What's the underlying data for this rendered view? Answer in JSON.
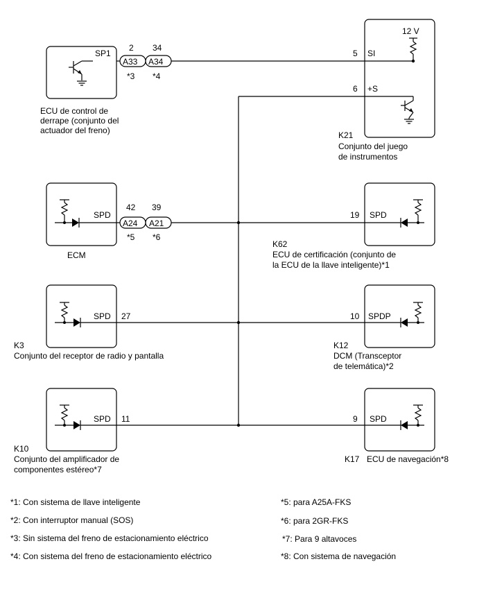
{
  "sp1": {
    "pin_label": "SP1",
    "name_l1": "ECU de control de",
    "name_l2": "derrape (conjunto del",
    "name_l3": "actuador del freno)"
  },
  "conn_a33": {
    "pin": "2",
    "id": "A33",
    "note": "*3"
  },
  "conn_a34": {
    "pin": "34",
    "id": "A34",
    "note": "*4"
  },
  "k21": {
    "code": "K21",
    "name_l1": "Conjunto del juego",
    "name_l2": "de instrumentos",
    "voltage": "12 V",
    "pin_si": "5",
    "label_si": "SI",
    "pin_s": "6",
    "label_s": "+S"
  },
  "ecm": {
    "pin_label": "SPD",
    "name": "ECM"
  },
  "conn_a24": {
    "pin": "42",
    "id": "A24",
    "note": "*5"
  },
  "conn_a21": {
    "pin": "39",
    "id": "A21",
    "note": "*6"
  },
  "k62": {
    "code": "K62",
    "pin": "19",
    "pin_label": "SPD",
    "name_l1": "ECU de certificación (conjunto de",
    "name_l2": "la ECU de la llave inteligente)*1"
  },
  "k3": {
    "code": "K3",
    "pin": "27",
    "pin_label": "SPD",
    "name": "Conjunto del receptor de radio y pantalla"
  },
  "k12": {
    "code": "K12",
    "pin": "10",
    "pin_label": "SPDP",
    "name_l1": "DCM (Transceptor",
    "name_l2": "de telemática)*2"
  },
  "k10": {
    "code": "K10",
    "pin": "11",
    "pin_label": "SPD",
    "name_l1": "Conjunto del amplificador de",
    "name_l2": "componentes estéreo*7"
  },
  "k17": {
    "code": "K17",
    "pin": "9",
    "pin_label": "SPD",
    "name": "ECU de navegación*8"
  },
  "notes": {
    "n1": "*1: Con sistema de llave inteligente",
    "n2": "*2: Con interruptor manual (SOS)",
    "n3": "*3: Sin sistema del freno de estacionamiento eléctrico",
    "n4": "*4: Con sistema del freno de estacionamiento eléctrico",
    "n5": "*5: para A25A-FKS",
    "n6": "*6: para 2GR-FKS",
    "n7": "*7: Para 9 altavoces",
    "n8": "*8: Con sistema de navegación"
  }
}
